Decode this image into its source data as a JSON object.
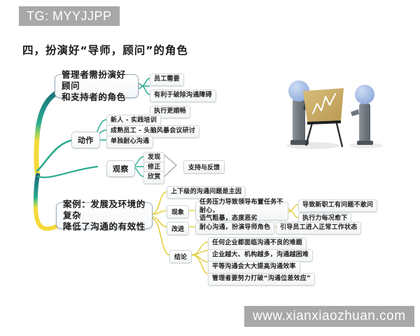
{
  "watermarks": {
    "top": "TG: MYYJJPP",
    "bottom": "www.xianxiaozhuan.com"
  },
  "page": {
    "title": "四，扮演好“导师，顾问”的角色"
  },
  "mindmap": {
    "branches": [
      {
        "id": "role",
        "color": "#1b6f7d",
        "root": "管理者需扮演好顾问\n和支持者的角色",
        "children": [
          {
            "label": "员工需要"
          },
          {
            "label": "有利于破除沟通障碍"
          },
          {
            "label": "执行更顺畅"
          }
        ]
      },
      {
        "id": "action",
        "color": "#2bab8e",
        "root": "动作",
        "children": [
          {
            "label": "新人 - 实践培训"
          },
          {
            "label": "成熟员工 - 头脑风暴会议研讨"
          },
          {
            "label": "单独耐心沟通"
          }
        ]
      },
      {
        "id": "observe",
        "color": "#2bab8e",
        "root": "观察",
        "children": [
          {
            "label": "发现"
          },
          {
            "label": "修正"
          },
          {
            "label": "欣赏"
          }
        ],
        "merge": "支持与反馈"
      },
      {
        "id": "case",
        "color": "#e8d44a",
        "root": "案例：发展及环境的复杂\n降低了沟通的有效性",
        "lead": "上下级的沟通问题是主因",
        "groups": [
          {
            "label": "现象",
            "items": [
              {
                "label": "任务压力导致领导布置任务不耐心，\n语气粗暴，态度恶劣",
                "children": [
                  "导致新职工有问题不敢问",
                  "执行力每况愈下"
                ]
              }
            ]
          },
          {
            "label": "改进",
            "items": [
              {
                "label": "耐心沟通，扮演导师角色",
                "children": [
                  "引导员工进入正常工作状态"
                ]
              }
            ]
          },
          {
            "label": "结论",
            "items": [
              {
                "label": "任何企业都面临沟通不良的难题",
                "children": []
              },
              {
                "label": "企业越大、机构越多，沟通越困难",
                "children": []
              },
              {
                "label": "平等沟通会大大提高沟通效率",
                "children": []
              },
              {
                "label": "管理者要努力打破“沟通位差效应”",
                "children": []
              }
            ]
          }
        ]
      }
    ]
  },
  "illustration": {
    "name": "two-figures-presenting-chart-on-easel",
    "colors": {
      "head": "#9fb8e0",
      "body": "#6c737a",
      "board": "#c9ab63",
      "line": "#ffffff"
    }
  }
}
